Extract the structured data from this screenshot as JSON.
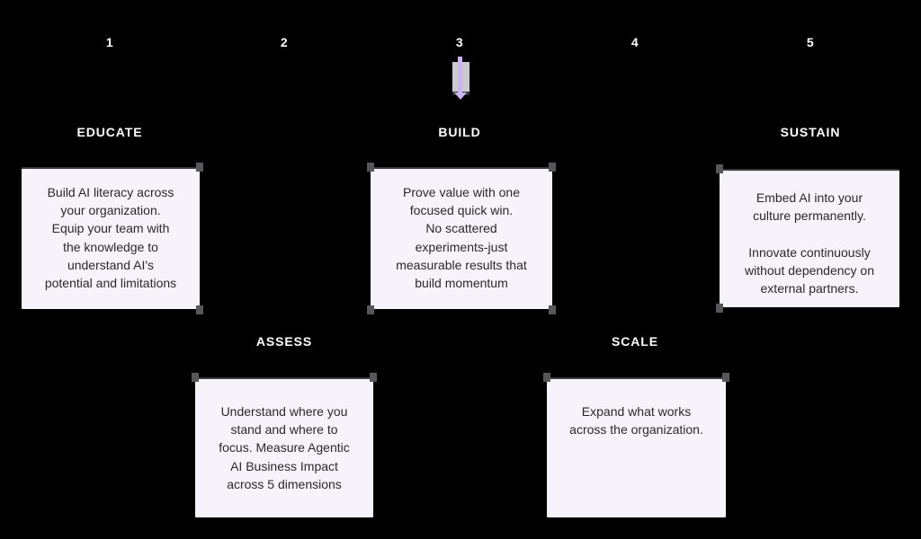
{
  "canvas": {
    "background_color": "#000000",
    "card_background_color": "#f6f3fb",
    "accent_purple": "#cbb5f1",
    "icon_gray": "#cbcacd",
    "handle_gray": "#57575b",
    "label_text_color": "#ffffff",
    "card_text_color": "#28282d"
  },
  "icons": {
    "step3_icon": "scroll-down-arrow-icon"
  },
  "steps": [
    {
      "number": "1",
      "label": "EDUCATE",
      "row": "top",
      "text": "Build AI literacy across\nyour organization.\nEquip your team with\nthe knowledge to\nunderstand AI's\npotential and limitations"
    },
    {
      "number": "2",
      "label": "ASSESS",
      "row": "bottom",
      "text": "Understand where you\nstand and where to\nfocus. Measure Agentic\nAI Business Impact\nacross 5 dimensions"
    },
    {
      "number": "3",
      "label": "BUILD",
      "row": "top",
      "text": "Prove value with one\nfocused quick win.\nNo scattered\nexperiments-just\nmeasurable results that\nbuild momentum"
    },
    {
      "number": "4",
      "label": "SCALE",
      "row": "bottom",
      "text": "Expand what works\nacross the organization."
    },
    {
      "number": "5",
      "label": "SUSTAIN",
      "row": "top",
      "text": "Embed AI into your\nculture permanently.\n\nInnovate continuously\nwithout dependency on\nexternal partners."
    }
  ]
}
